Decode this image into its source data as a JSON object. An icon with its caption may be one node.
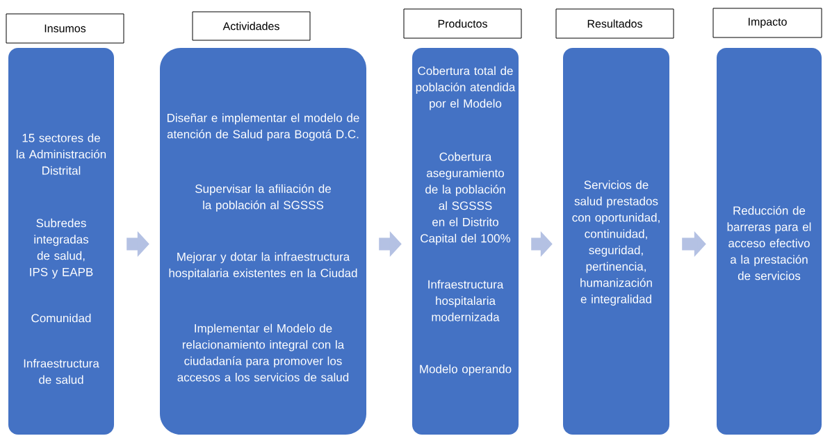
{
  "diagram": {
    "nodes": [
      {
        "text": [
          "Insumos"
        ]
      },
      {
        "text": [
          "15 sectores de la Administración Distrital",
          "Subredes integradas de salud, IPS y EAPB",
          "Comunidad",
          "Infraestructura de salud"
        ]
      },
      {
        "text": [
          "Actividades"
        ]
      },
      {
        "text": [
          "Diseñar e implementar el modelo de atención de Salud para Bogotá D.C.",
          "Supervisar la afiliación de la población al SGSSS",
          "Mejorar y dotar la infraestructura hospitalaria existentes en la Ciudad",
          "Implementar el Modelo de relacionamiento integral con la ciudadanía para promover los accesos a los servicios de salud"
        ]
      },
      {
        "text": [
          "Productos"
        ]
      },
      {
        "text": [
          "Cobertura total de población atendida por el Modelo",
          "Cobertura aseguramiento de la población al SGSSS en el Distrito Capital del 100%",
          "Infraestructura hospitalaria modernizada",
          "Modelo operando"
        ]
      },
      {
        "text": [
          "Resultados"
        ]
      },
      {
        "text": [
          "Servicios de salud prestados con oportunidad, continuidad, seguridad, pertinencia, humanización e integralidad"
        ]
      },
      {
        "text": [
          "Impacto"
        ]
      },
      {
        "text": [
          "Reducción de barreras para el acceso efectivo a la prestación de servicios"
        ]
      }
    ],
    "edges": [
      {
        "from": 1,
        "to": 3,
        "arrow": "to"
      },
      {
        "from": 3,
        "to": 5,
        "arrow": "to"
      },
      {
        "from": 5,
        "to": 7,
        "arrow": "to"
      },
      {
        "from": 7,
        "to": 9,
        "arrow": "to"
      }
    ]
  }
}
